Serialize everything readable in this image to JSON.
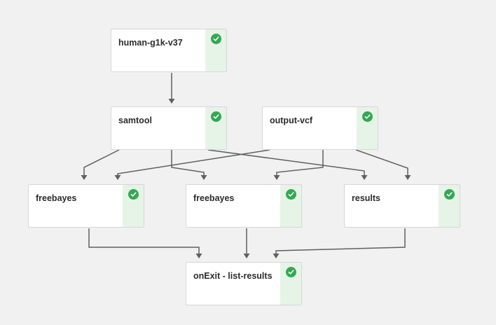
{
  "graph": {
    "nodes": [
      {
        "id": "human-g1k-v37",
        "label": "human-g1k-v37",
        "status": "succeeded",
        "status_icon": "check-circle-icon"
      },
      {
        "id": "samtool",
        "label": "samtool",
        "status": "succeeded",
        "status_icon": "check-circle-icon"
      },
      {
        "id": "output-vcf",
        "label": "output-vcf",
        "status": "succeeded",
        "status_icon": "check-circle-icon"
      },
      {
        "id": "freebayes-1",
        "label": "freebayes",
        "status": "succeeded",
        "status_icon": "check-circle-icon"
      },
      {
        "id": "freebayes-2",
        "label": "freebayes",
        "status": "succeeded",
        "status_icon": "check-circle-icon"
      },
      {
        "id": "results",
        "label": "results",
        "status": "succeeded",
        "status_icon": "check-circle-icon"
      },
      {
        "id": "on-exit",
        "label": "onExit - list-results",
        "status": "succeeded",
        "status_icon": "check-circle-icon"
      }
    ],
    "edges": [
      [
        "human-g1k-v37",
        "samtool"
      ],
      [
        "samtool",
        "freebayes-1"
      ],
      [
        "samtool",
        "freebayes-2"
      ],
      [
        "samtool",
        "results"
      ],
      [
        "output-vcf",
        "freebayes-1"
      ],
      [
        "output-vcf",
        "freebayes-2"
      ],
      [
        "output-vcf",
        "results"
      ],
      [
        "freebayes-1",
        "on-exit"
      ],
      [
        "freebayes-2",
        "on-exit"
      ],
      [
        "results",
        "on-exit"
      ]
    ],
    "colors": {
      "edge": "#606060",
      "success": "#34a853",
      "status_bg": "#e6f4e8",
      "background": "#f1f1f1"
    }
  }
}
